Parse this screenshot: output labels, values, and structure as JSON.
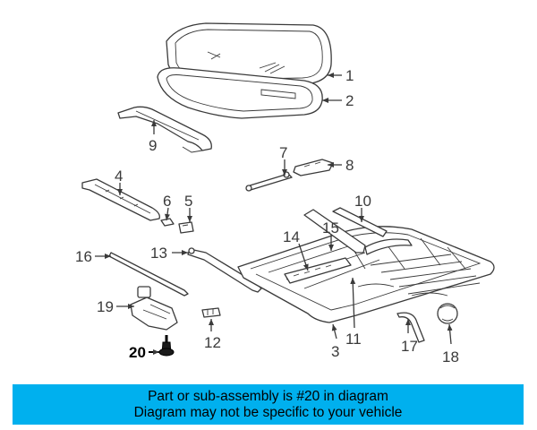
{
  "diagram": {
    "callouts": [
      "1",
      "2",
      "3",
      "4",
      "5",
      "6",
      "7",
      "8",
      "9",
      "10",
      "11",
      "12",
      "13",
      "14",
      "15",
      "16",
      "17",
      "18",
      "19",
      "20"
    ],
    "highlighted_callout": "20"
  },
  "banner": {
    "line1": "Part or sub-assembly is #20 in diagram",
    "line2": "Diagram may not be specific to your vehicle",
    "color": "#00b0ee"
  }
}
